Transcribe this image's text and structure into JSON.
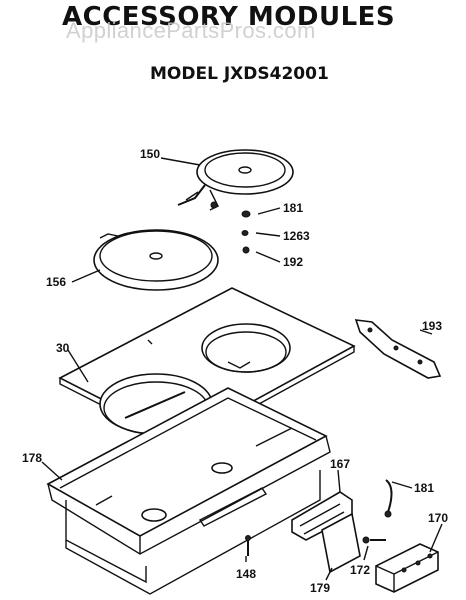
{
  "header": {
    "title": "ACCESSORY MODULES",
    "watermark": "AppliancePartsPros.com",
    "model": "MODEL JXDS42001"
  },
  "part_labels": {
    "p150": "150",
    "p181": "181",
    "p1263": "1263",
    "p192": "192",
    "p156": "156",
    "p193": "193",
    "p30": "30",
    "p178": "178",
    "p167": "167",
    "p181b": "181",
    "p170": "170",
    "p148": "148",
    "p179": "179",
    "p172": "172"
  }
}
